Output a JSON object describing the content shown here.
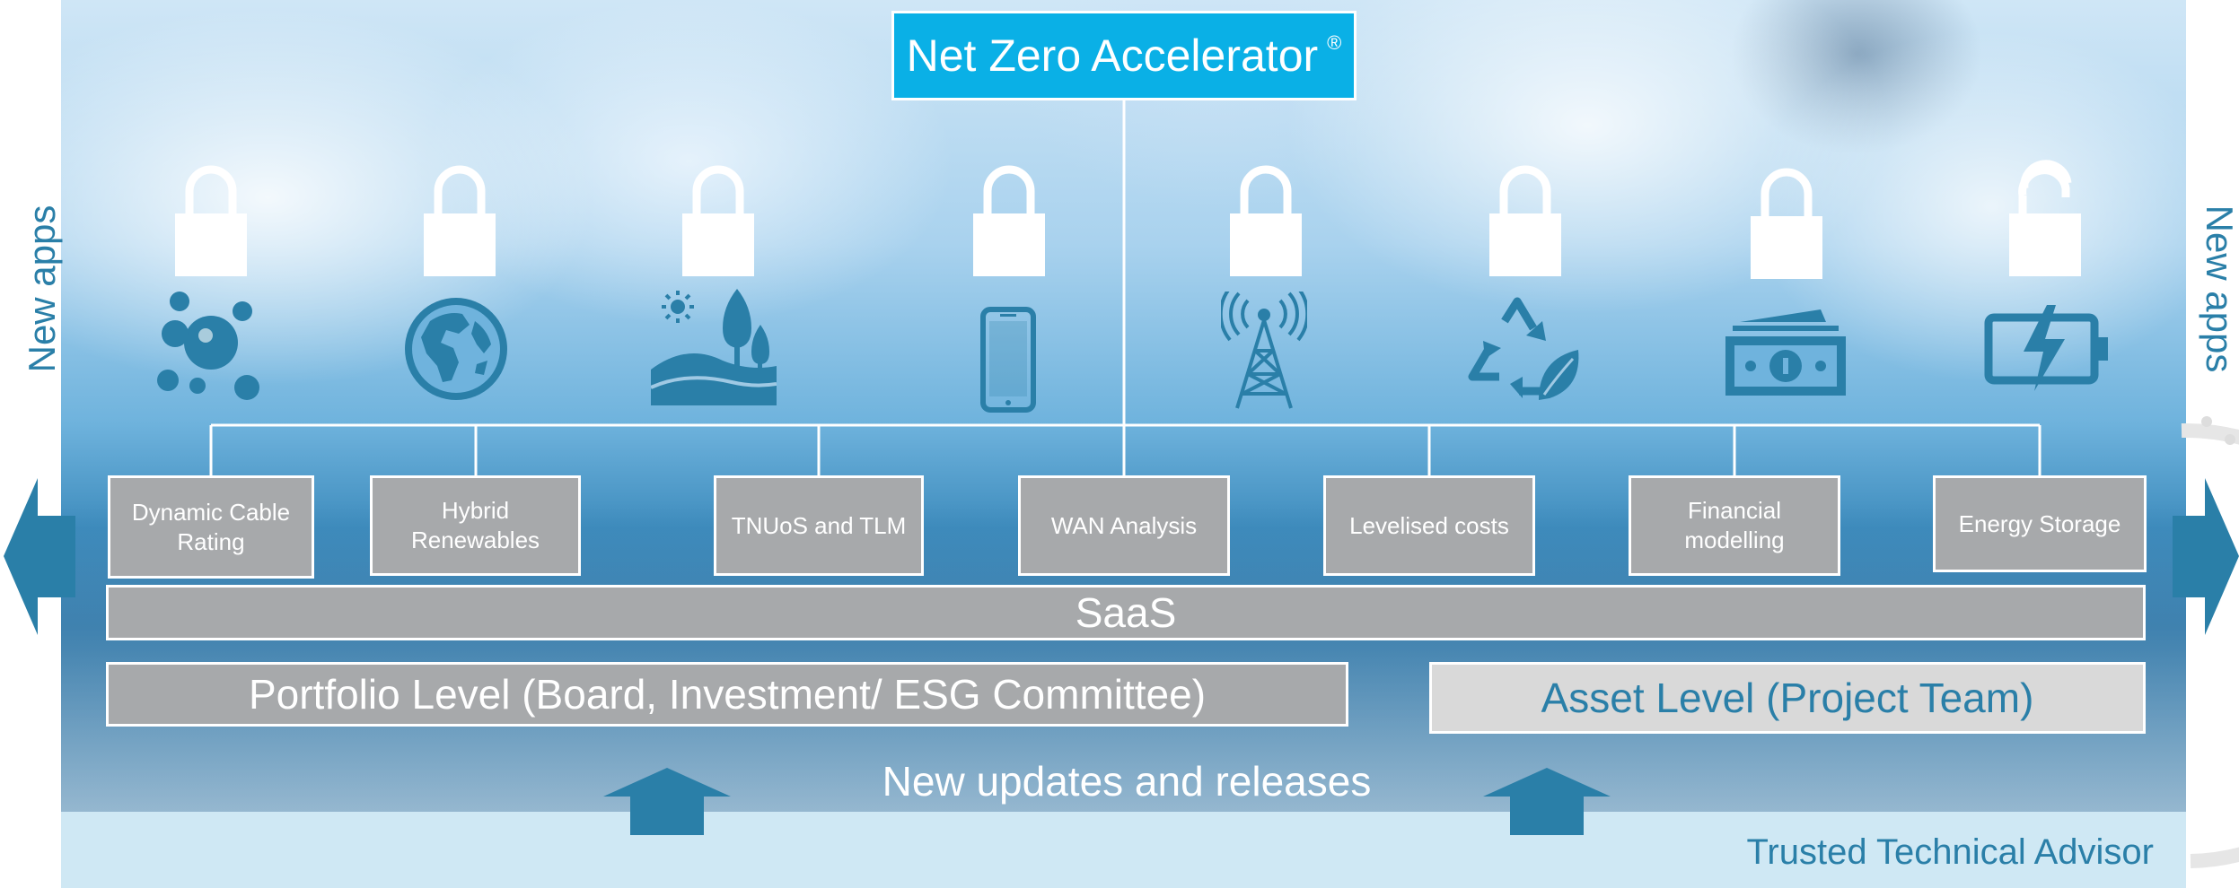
{
  "title": "Net Zero Accelerator",
  "title_mark": "®",
  "side_labels": {
    "left": "New apps",
    "right": "New apps"
  },
  "apps": [
    {
      "line1": "Dynamic Cable",
      "line2": "Rating",
      "icon": "bubbles-icon",
      "lock": "locked"
    },
    {
      "line1": "Hybrid",
      "line2": "Renewables",
      "icon": "globe-icon",
      "lock": "locked"
    },
    {
      "line1": "TNUoS and TLM",
      "line2": "",
      "icon": "landscape-icon",
      "lock": "locked"
    },
    {
      "line1": "WAN Analysis",
      "line2": "",
      "icon": "mobile-phone-icon",
      "lock": "locked"
    },
    {
      "line1": "Levelised costs",
      "line2": "",
      "icon": "radio-tower-icon",
      "lock": "locked"
    },
    {
      "line1": "Financial",
      "line2": "modelling",
      "icon": "recycle-leaf-icon",
      "lock": "locked"
    },
    {
      "line1": "Energy Storage",
      "line2": "",
      "icon": "banknotes-icon",
      "lock": "locked"
    },
    {
      "line1": "",
      "line2": "",
      "icon": "battery-charging-icon",
      "lock": "unlocked"
    }
  ],
  "saas_label": "SaaS",
  "portfolio_label": "Portfolio Level (Board, Investment/ ESG Committee)",
  "asset_label": "Asset Level (Project Team)",
  "updates_label": "New updates and releases",
  "advisor_label": "Trusted Technical Advisor",
  "colors": {
    "title_bg": "#0ab0e6",
    "accent_teal": "#2a7fa8",
    "icon_blue": "#2a7fa8",
    "box_grey": "#a7a9ab",
    "asset_bg": "#d9d9d9",
    "advisor_bg": "#cfe8f4"
  }
}
